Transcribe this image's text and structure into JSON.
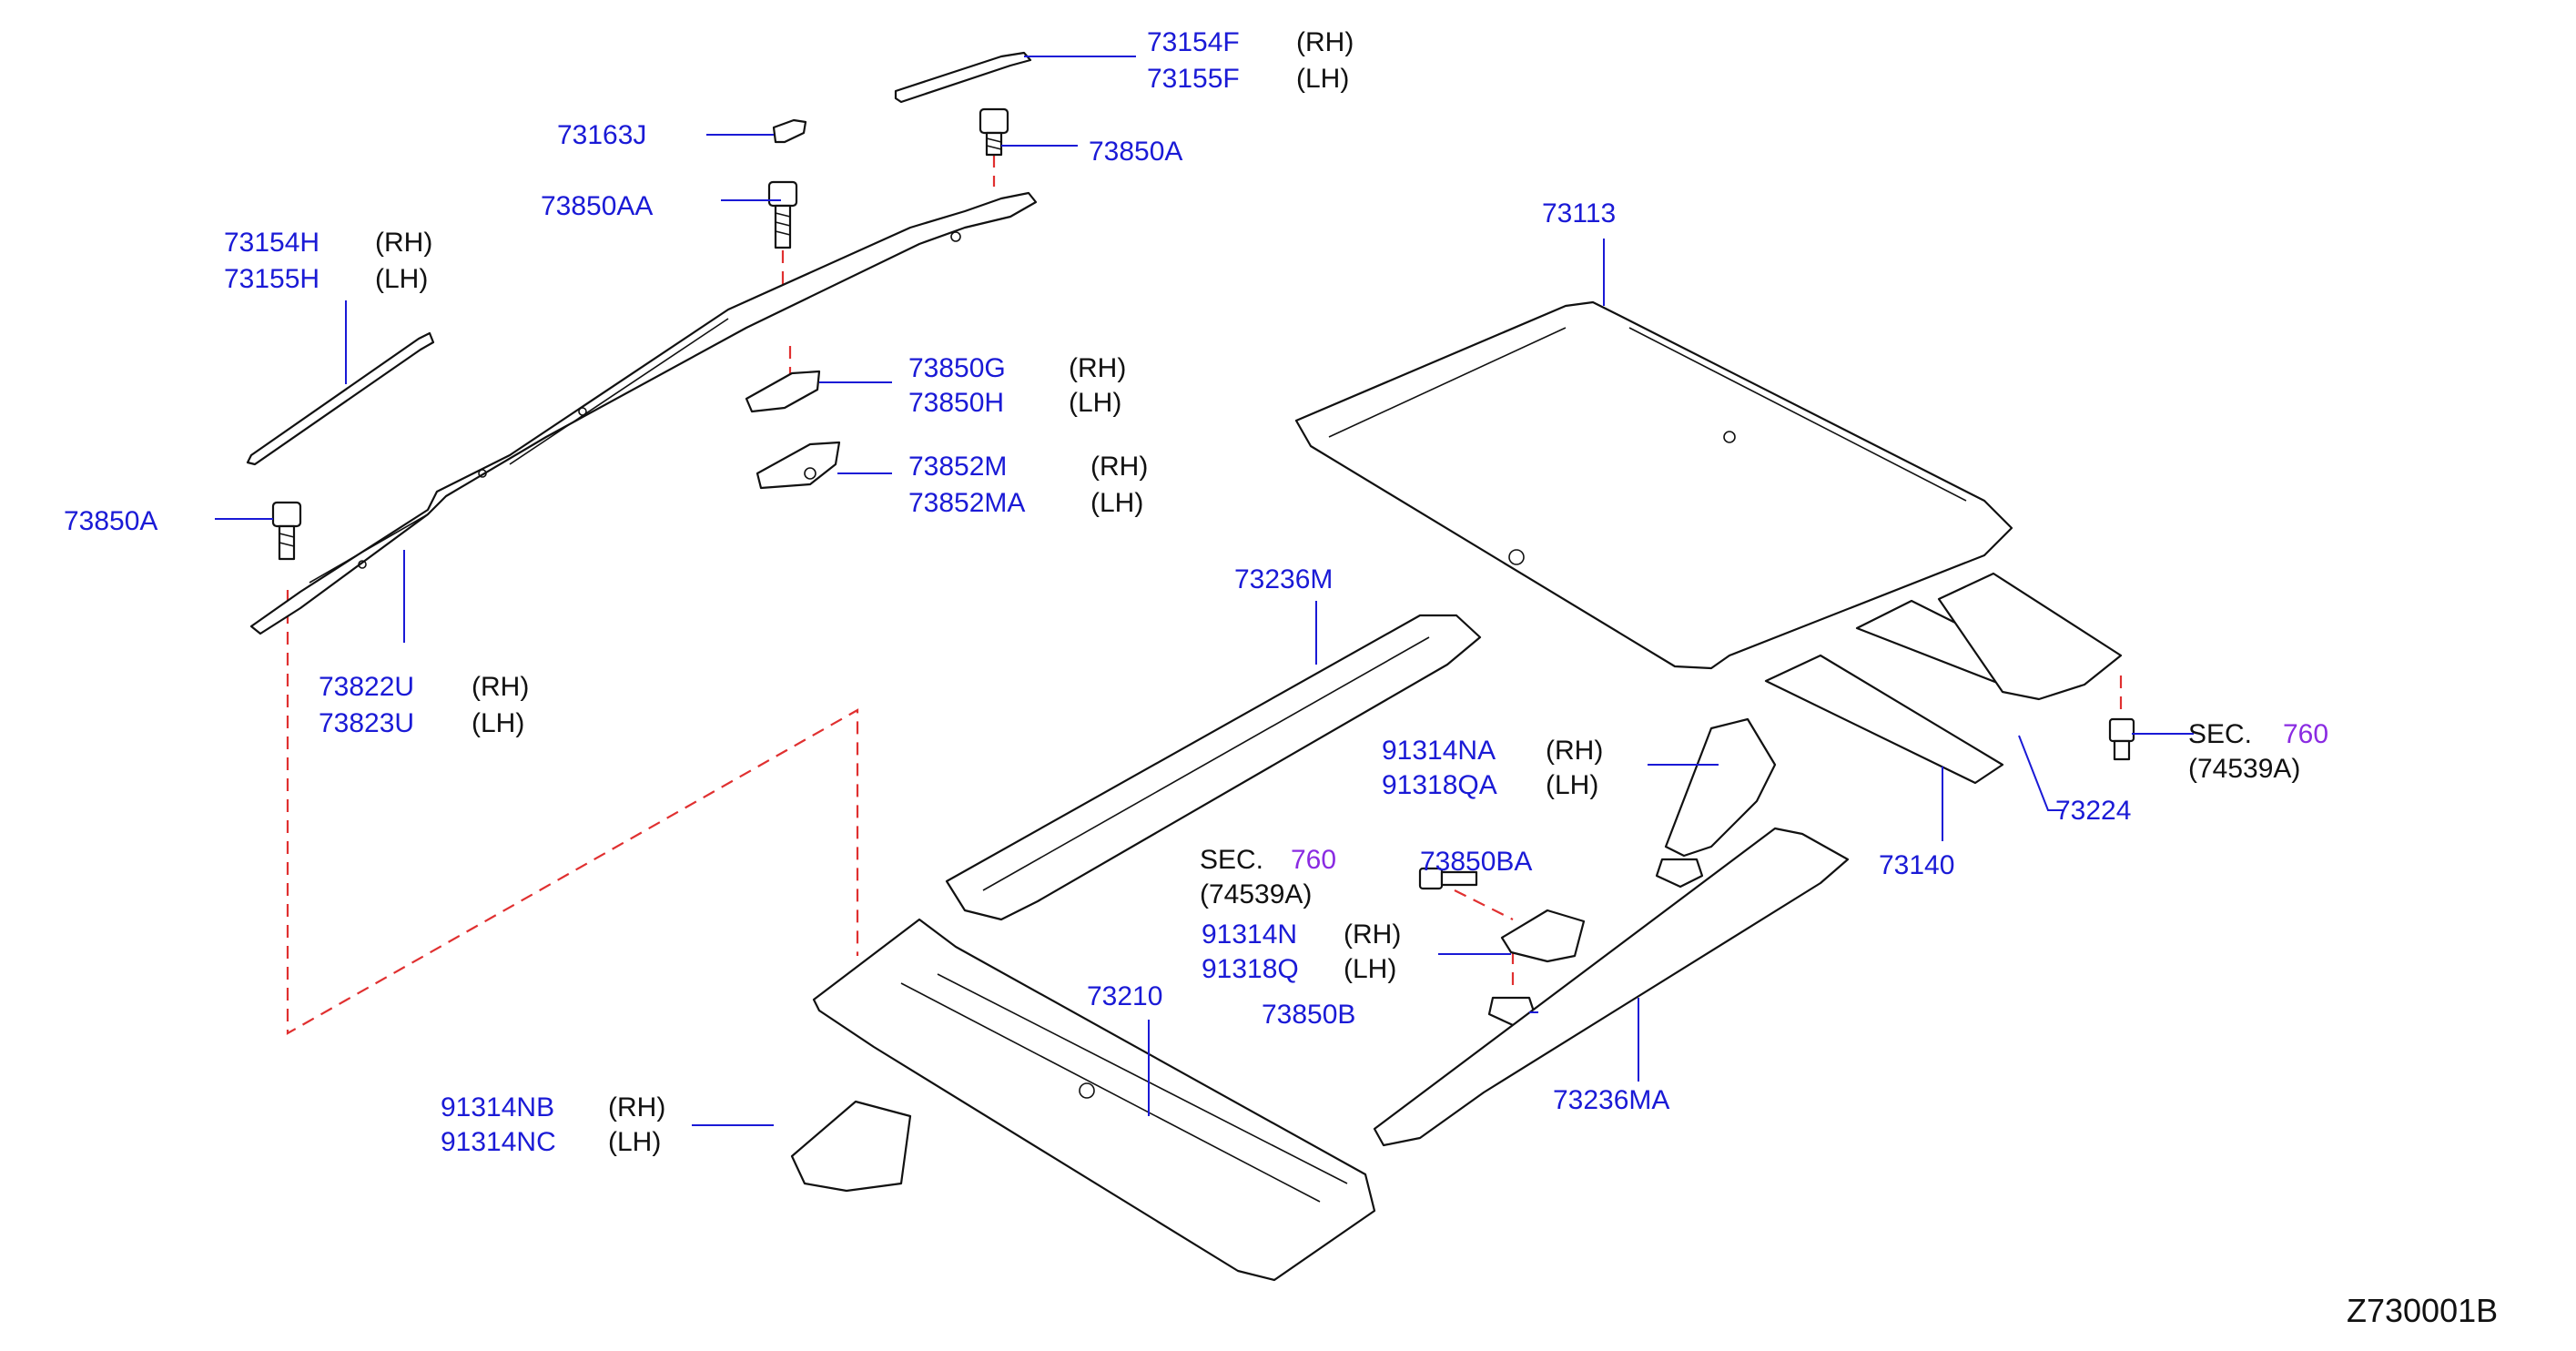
{
  "diagram_code": "Z730001B",
  "labels": {
    "p73154F": "73154F",
    "p73155F": "73155F",
    "p73163J": "73163J",
    "p73850A_top": "73850A",
    "p73850AA": "73850AA",
    "p73154H": "73154H",
    "p73155H": "73155H",
    "p73850G": "73850G",
    "p73850H": "73850H",
    "p73852M": "73852M",
    "p73852MA": "73852MA",
    "p73850A_left": "73850A",
    "p73822U": "73822U",
    "p73823U": "73823U",
    "p73113": "73113",
    "p73236M": "73236M",
    "p91314NA": "91314NA",
    "p91318QA": "91318QA",
    "p73850BA": "73850BA",
    "p91314N": "91314N",
    "p91318Q": "91318Q",
    "p73850B": "73850B",
    "p73210": "73210",
    "p91314NB": "91314NB",
    "p91314NC": "91314NC",
    "p73236MA": "73236MA",
    "p73140": "73140",
    "p73224": "73224"
  },
  "sides": {
    "rh": "(RH)",
    "lh": "(LH)"
  },
  "section_refs": {
    "sec_word": "SEC.",
    "sec_number": "760",
    "sec_part": "(74539A)"
  },
  "colors": {
    "part_number": "#1a1ad6",
    "section_number": "#8a2be2",
    "leader": "#1a1ad6",
    "dashed_link": "#e03030"
  }
}
